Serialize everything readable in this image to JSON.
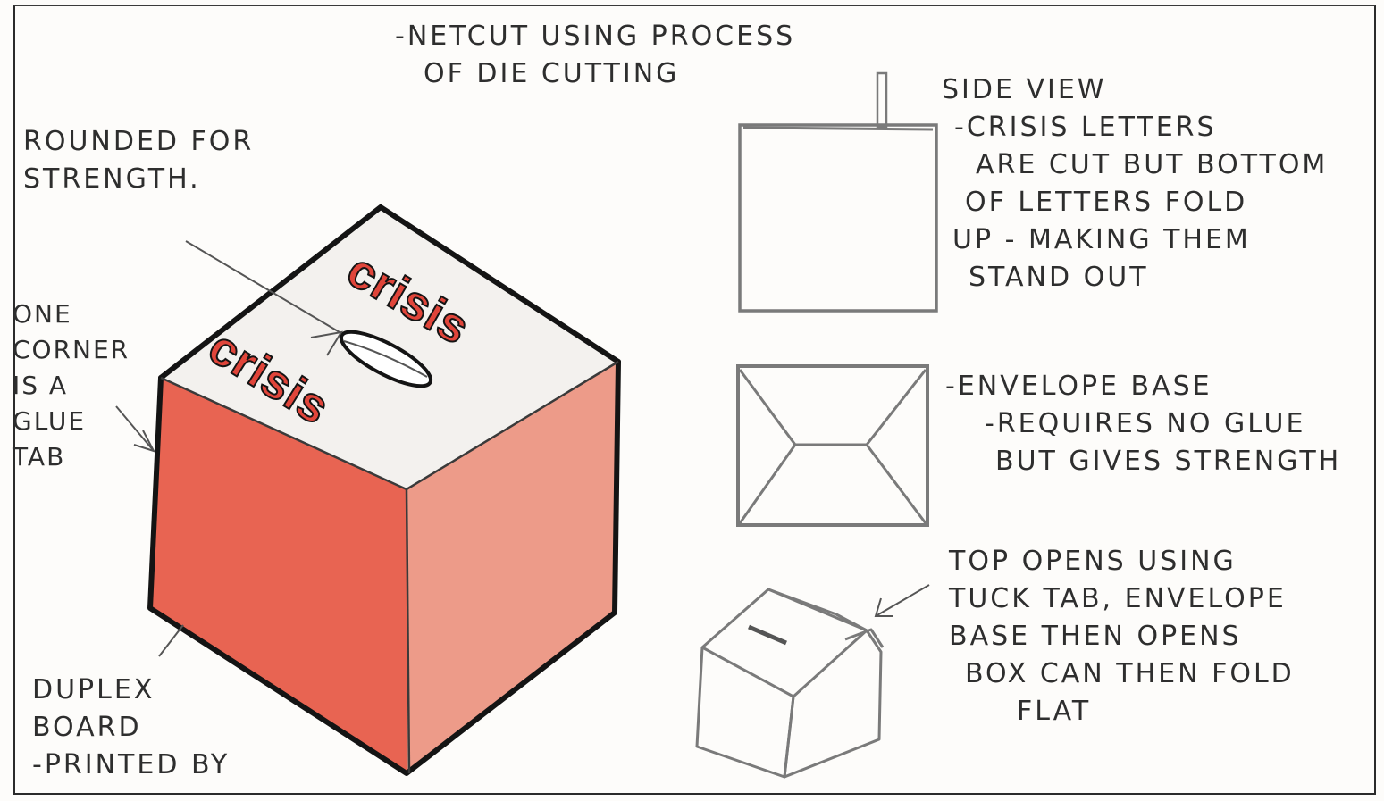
{
  "annotations": {
    "netcut": [
      "-NETCUT USING PROCESS",
      "OF DIE CUTTING"
    ],
    "rounded": [
      "ROUNDED FOR",
      "STRENGTH."
    ],
    "corner": [
      "ONE",
      "CORNER",
      "IS A",
      "GLUE",
      "TAB"
    ],
    "duplex": [
      "DUPLEX",
      "BOARD",
      "-PRINTED BY"
    ],
    "side_view": [
      "SIDE VIEW",
      "-CRISIS LETTERS",
      "ARE CUT BUT BOTTOM",
      "OF LETTERS FOLD",
      "UP - MAKING THEM",
      "STAND OUT"
    ],
    "envelope": [
      "-ENVELOPE BASE",
      "-REQUIRES NO GLUE",
      "BUT GIVES STRENGTH"
    ],
    "top_opens": [
      "TOP OPENS USING",
      "TUCK TAB, ENVELOPE",
      "BASE THEN OPENS",
      "BOX CAN THEN FOLD",
      "FLAT"
    ]
  },
  "box_labels": {
    "top_back": "crisis",
    "top_front": "crisis"
  },
  "colors": {
    "box_red": "#e04a3a",
    "ink": "#1a1a1a",
    "pencil": "#7a7a7a",
    "paper": "#fdfcfa"
  }
}
